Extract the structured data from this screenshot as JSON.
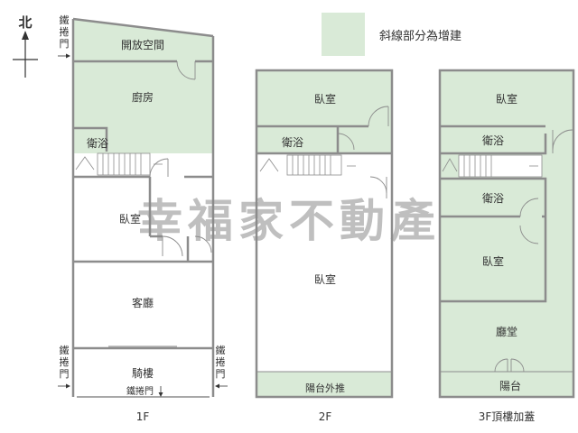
{
  "compass": {
    "label": "北"
  },
  "legend": {
    "text": "斜線部分為增建",
    "color": "#d9ead7"
  },
  "watermark": {
    "text": "幸福家不動產"
  },
  "colors": {
    "wall": "#8c8c8c",
    "addition": "#d9ead7",
    "text": "#333333"
  },
  "floors": {
    "f1": {
      "label": "1F",
      "rooms": {
        "open_space": "開放空間",
        "kitchen": "廚房",
        "bath": "衛浴",
        "bedroom": "臥室",
        "living": "客廳",
        "arcade": "騎樓"
      },
      "gate_top_left": "鐵捲門",
      "gate_bottom_left": "鐵捲門",
      "gate_bottom_right": "鐵捲門",
      "gate_bottom_center": "鐵捲門"
    },
    "f2": {
      "label": "2F",
      "rooms": {
        "bedroom_top": "臥室",
        "bath": "衛浴",
        "bedroom_main": "臥室",
        "balcony": "陽台外推"
      }
    },
    "f3": {
      "label": "3F頂樓加蓋",
      "rooms": {
        "bedroom_top": "臥室",
        "bath_top": "衛浴",
        "bath_mid": "衛浴",
        "bedroom_mid": "臥室",
        "hall": "廳堂",
        "balcony": "陽台"
      }
    }
  }
}
